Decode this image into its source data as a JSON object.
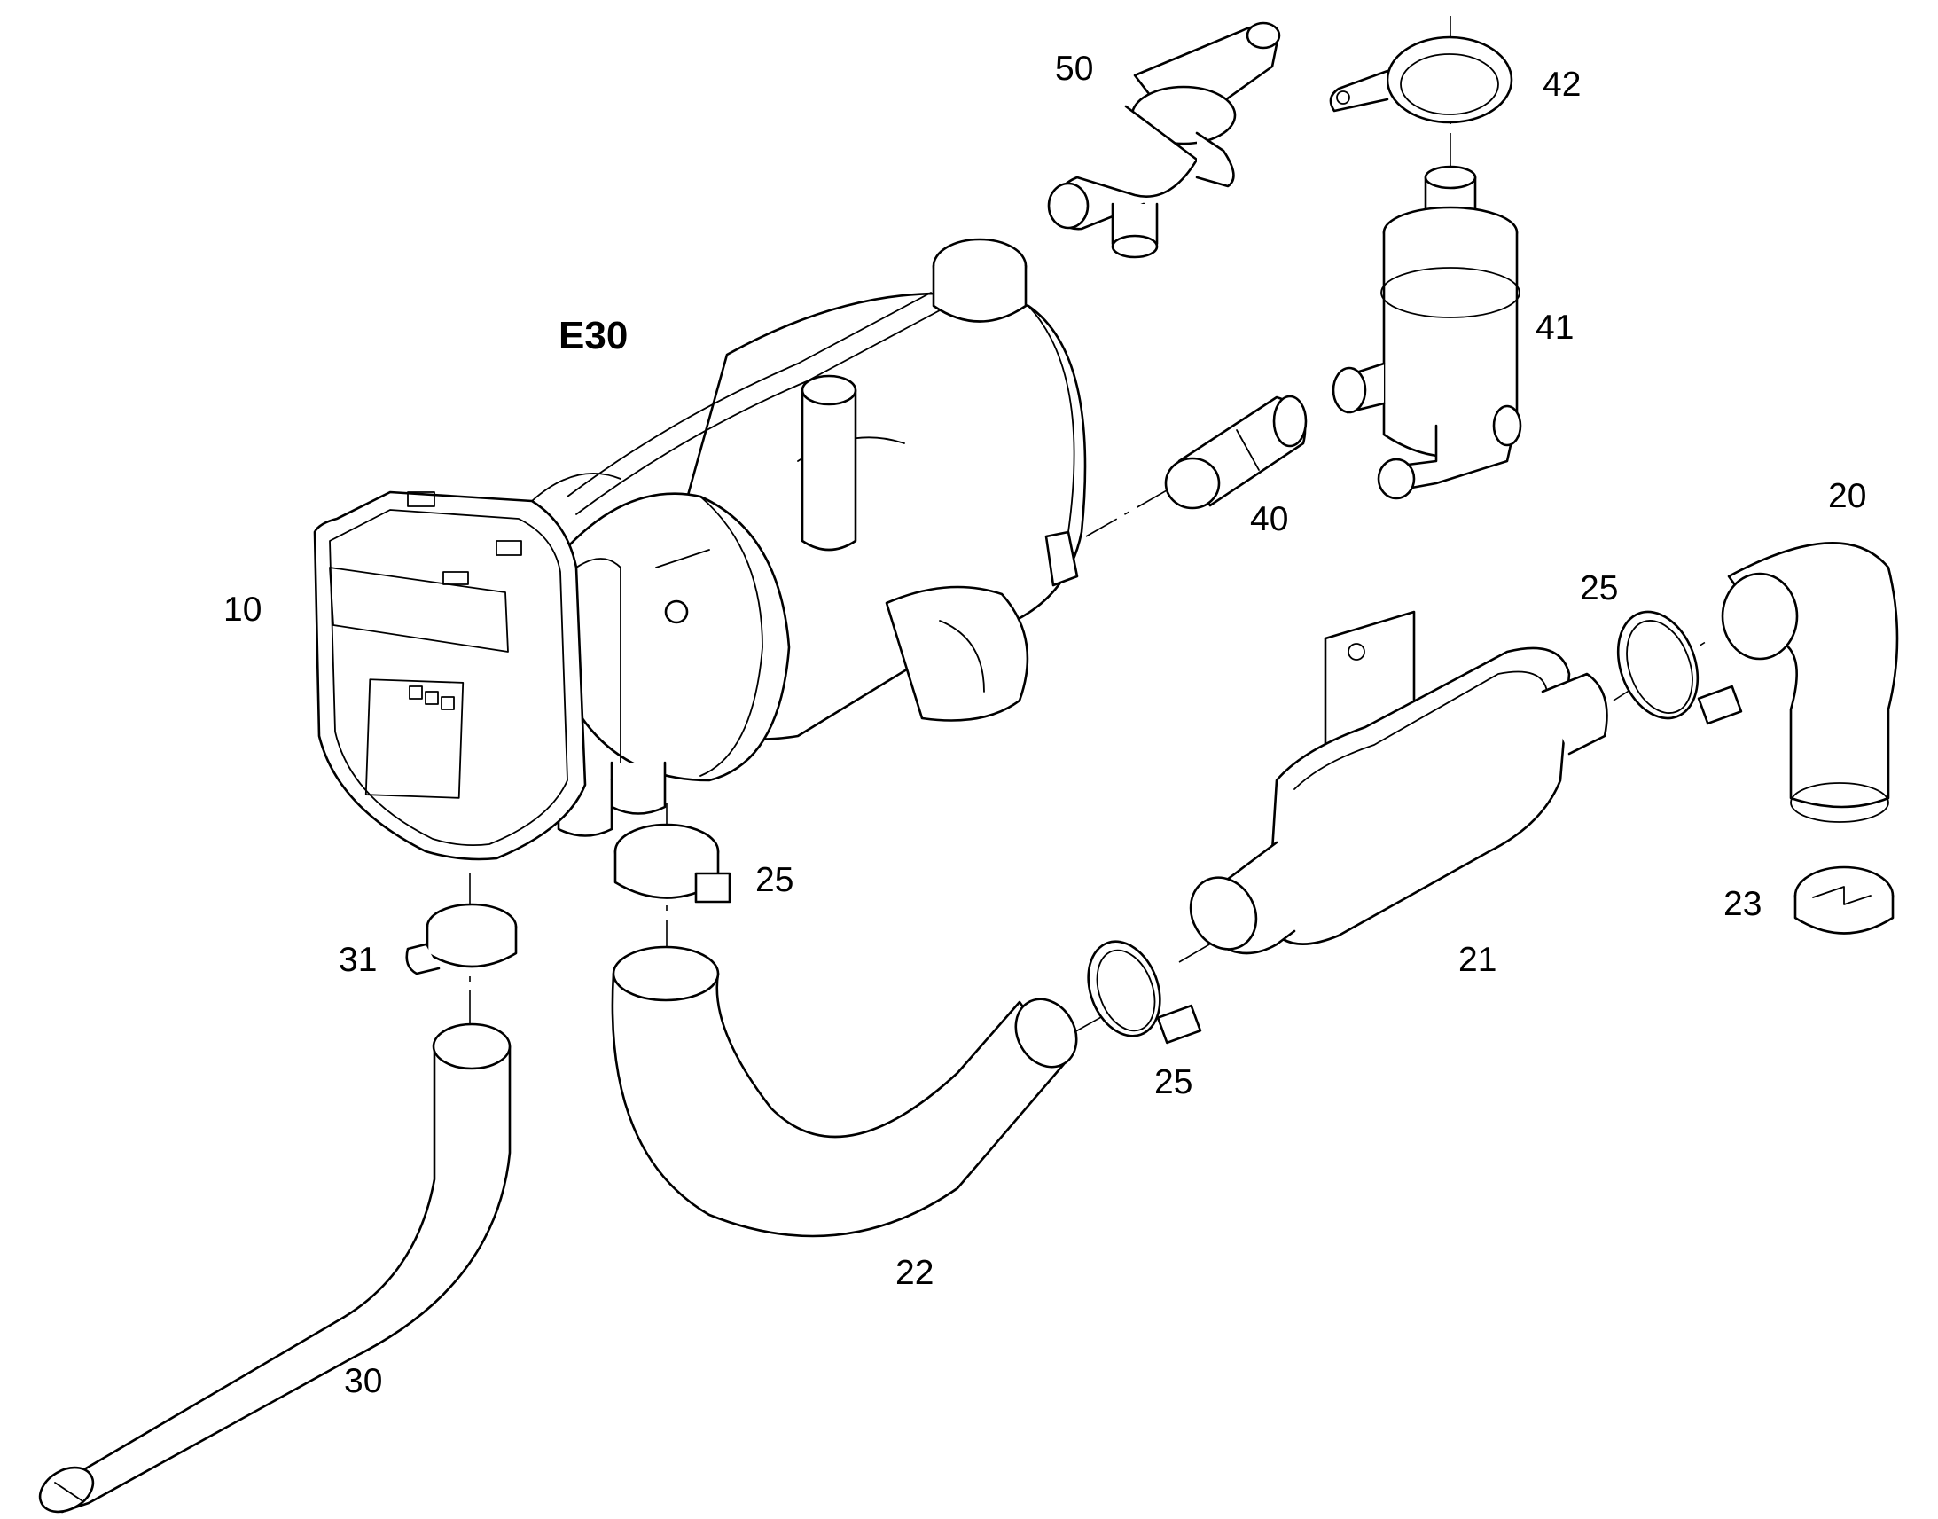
{
  "assembly_label": "E30",
  "callouts": {
    "c10": "10",
    "c20": "20",
    "c21": "21",
    "c22": "22",
    "c23": "23",
    "c25a": "25",
    "c25b": "25",
    "c25c": "25",
    "c30": "30",
    "c31": "31",
    "c40": "40",
    "c41": "41",
    "c42": "42",
    "c50": "50"
  }
}
